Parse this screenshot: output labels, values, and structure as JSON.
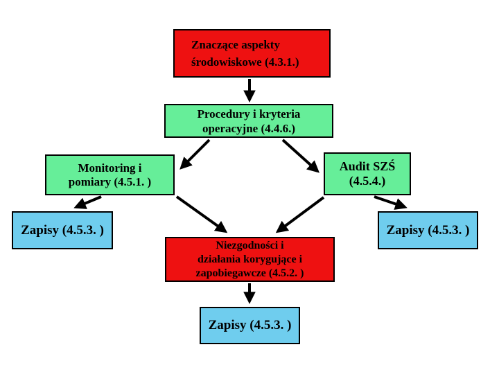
{
  "diagram": {
    "colors": {
      "red": "#ee1111",
      "green": "#66ee99",
      "blue": "#6fcdee",
      "border": "#000000",
      "arrow": "#000000",
      "background": "#ffffff"
    },
    "nodes": {
      "significant_aspects": {
        "line1": "Znaczące aspekty",
        "line2": "środowiskowe (4.3.1.)",
        "color": "red"
      },
      "procedures": {
        "line1": "Procedury i kryteria",
        "line2": "operacyjne (4.4.6.)",
        "color": "green"
      },
      "monitoring": {
        "line1": "Monitoring i",
        "line2": "pomiary (4.5.1. )",
        "color": "green"
      },
      "audit": {
        "line1": "Audit SZŚ",
        "line2": "(4.5.4.)",
        "color": "green"
      },
      "records_left": {
        "label": "Zapisy (4.5.3. )",
        "color": "blue"
      },
      "records_right": {
        "label": "Zapisy (4.5.3. )",
        "color": "blue"
      },
      "nonconformity": {
        "line1": "Niezgodności i",
        "line2": "działania korygujące i",
        "line3": "zapobiegawcze (4.5.2. )",
        "color": "red"
      },
      "records_bottom": {
        "label": "Zapisy (4.5.3. )",
        "color": "blue"
      }
    },
    "edges": [
      {
        "from": "significant_aspects",
        "to": "procedures"
      },
      {
        "from": "procedures",
        "to": "monitoring"
      },
      {
        "from": "procedures",
        "to": "audit"
      },
      {
        "from": "monitoring",
        "to": "records_left"
      },
      {
        "from": "audit",
        "to": "records_right"
      },
      {
        "from": "monitoring",
        "to": "nonconformity"
      },
      {
        "from": "audit",
        "to": "nonconformity"
      },
      {
        "from": "nonconformity",
        "to": "records_bottom"
      }
    ]
  }
}
